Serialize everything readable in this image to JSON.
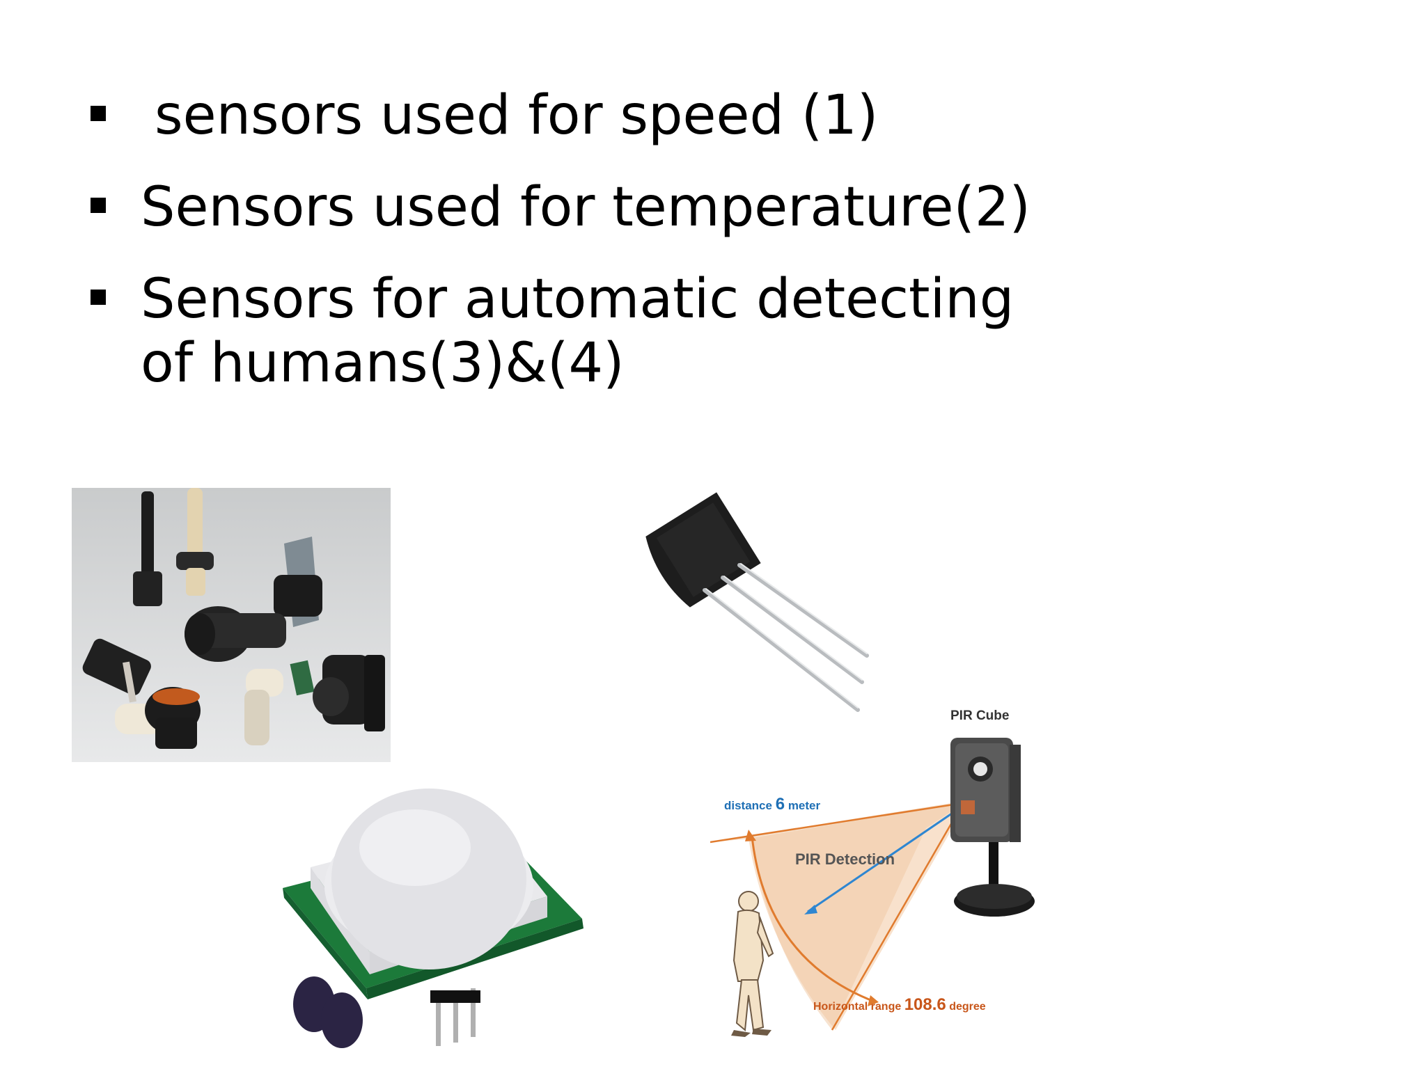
{
  "bullets": [
    {
      "text": " sensors used for speed (1)"
    },
    {
      "text": "Sensors used for temperature(2)"
    },
    {
      "text": "Sensors for automatic detecting of humans(3)&(4)"
    }
  ],
  "pir_diagram": {
    "title": "PIR Cube",
    "distance_prefix": "distance",
    "distance_value": "6",
    "distance_unit": "meter",
    "detection_label": "PIR Detection",
    "range_prefix": "Horizontal range",
    "range_value": "108.6",
    "range_unit": "degree"
  },
  "colors": {
    "bullet_marker": "#000000",
    "text": "#000000",
    "distance_label": "#1e6fb5",
    "range_label": "#c8561a",
    "detection_cone": "#f2c9a3"
  }
}
